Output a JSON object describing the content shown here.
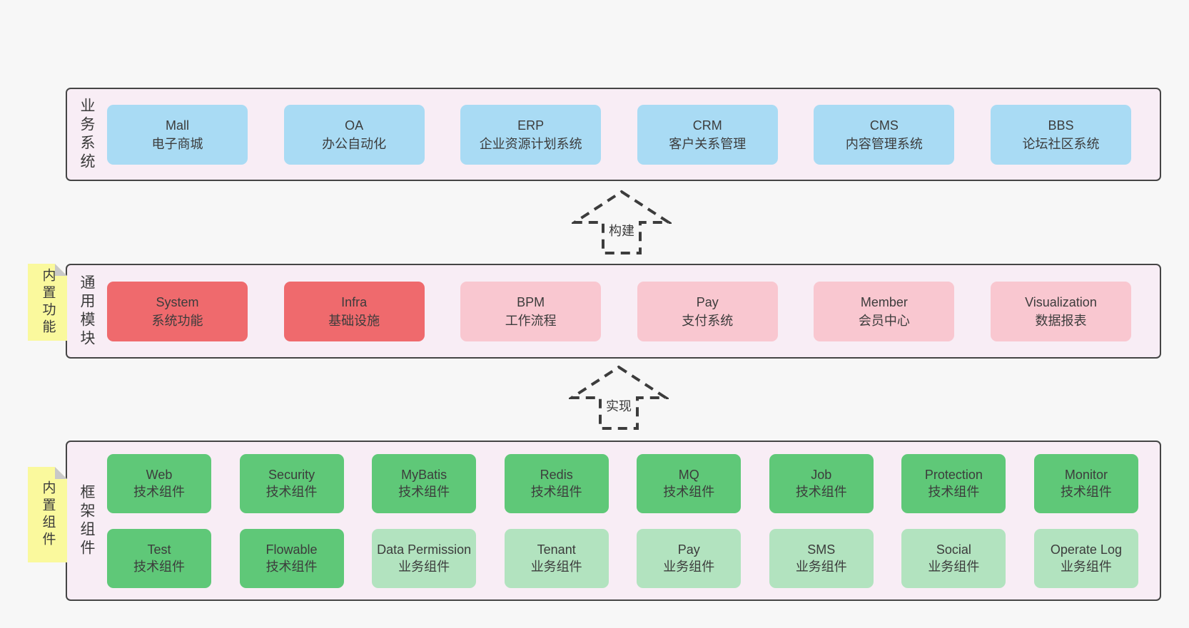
{
  "layers": {
    "business": {
      "label": "业务系统",
      "boxes": [
        {
          "name": "Mall",
          "desc": "电子商城"
        },
        {
          "name": "OA",
          "desc": "办公自动化"
        },
        {
          "name": "ERP",
          "desc": "企业资源计划系统"
        },
        {
          "name": "CRM",
          "desc": "客户关系管理"
        },
        {
          "name": "CMS",
          "desc": "内容管理系统"
        },
        {
          "name": "BBS",
          "desc": "论坛社区系统"
        }
      ]
    },
    "common": {
      "label": "通用模块",
      "sticky": "内置功能",
      "boxes": [
        {
          "name": "System",
          "desc": "系统功能"
        },
        {
          "name": "Infra",
          "desc": "基础设施"
        },
        {
          "name": "BPM",
          "desc": "工作流程"
        },
        {
          "name": "Pay",
          "desc": "支付系统"
        },
        {
          "name": "Member",
          "desc": "会员中心"
        },
        {
          "name": "Visualization",
          "desc": "数据报表"
        }
      ]
    },
    "framework": {
      "label": "框架组件",
      "sticky": "内置组件",
      "row1": [
        {
          "name": "Web",
          "desc": "技术组件"
        },
        {
          "name": "Security",
          "desc": "技术组件"
        },
        {
          "name": "MyBatis",
          "desc": "技术组件"
        },
        {
          "name": "Redis",
          "desc": "技术组件"
        },
        {
          "name": "MQ",
          "desc": "技术组件"
        },
        {
          "name": "Job",
          "desc": "技术组件"
        },
        {
          "name": "Protection",
          "desc": "技术组件"
        },
        {
          "name": "Monitor",
          "desc": "技术组件"
        }
      ],
      "row2": [
        {
          "name": "Test",
          "desc": "技术组件"
        },
        {
          "name": "Flowable",
          "desc": "技术组件"
        },
        {
          "name": "Data Permission",
          "desc": "业务组件"
        },
        {
          "name": "Tenant",
          "desc": "业务组件"
        },
        {
          "name": "Pay",
          "desc": "业务组件"
        },
        {
          "name": "SMS",
          "desc": "业务组件"
        },
        {
          "name": "Social",
          "desc": "业务组件"
        },
        {
          "name": "Operate Log",
          "desc": "业务组件"
        }
      ]
    }
  },
  "arrows": {
    "build": "构建",
    "implement": "实现"
  },
  "colors": {
    "page_bg": "#f7f7f7",
    "layer_bg": "#f8edf5",
    "layer_border": "#454545",
    "blue_box": "#a9dbf4",
    "red_box": "#ef6a6d",
    "pink_box": "#f9c7d0",
    "green_box": "#5fc878",
    "light_green_box": "#b2e3bf",
    "sticky_bg": "#faf99d",
    "sticky_fold": "#c8c8c8",
    "text": "#3c3c3c"
  }
}
